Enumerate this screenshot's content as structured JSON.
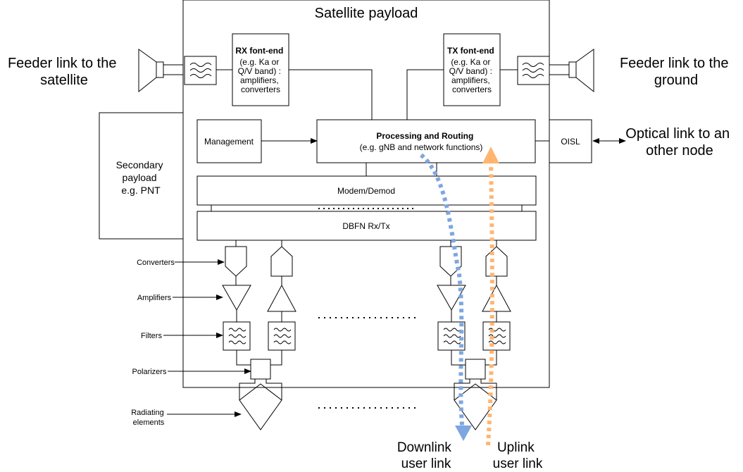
{
  "title": "Satellite payload",
  "feeder_left": [
    "Feeder link to the",
    "satellite"
  ],
  "feeder_right": [
    "Feeder link to the",
    "ground"
  ],
  "optical": [
    "Optical link to an",
    "other node"
  ],
  "rx": {
    "title": "RX font-end",
    "lines": [
      "(e.g. Ka or",
      "Q/V band) :",
      "amplifiers,",
      "converters"
    ]
  },
  "tx": {
    "title": "TX font-end",
    "lines": [
      "(e.g. Ka or",
      "Q/V band) :",
      "amplifiers,",
      "converters"
    ]
  },
  "management": "Management",
  "processing": {
    "title": "Processing and Routing",
    "subtitle": "(e.g. gNB and network functions)"
  },
  "oisl": "OISL",
  "secondary": [
    "Secondary",
    "payload",
    "e.g. PNT"
  ],
  "modem": "Modem/Demod",
  "dbfn": "DBFN Rx/Tx",
  "side_labels": {
    "converters": "Converters",
    "amplifiers": "Amplifiers",
    "filters": "Filters",
    "polarizers": "Polarizers",
    "radiating": [
      "Radiating",
      "elements"
    ]
  },
  "downlink": [
    "Downlink",
    "user link"
  ],
  "uplink": [
    "Uplink",
    "user link"
  ],
  "colors": {
    "downlink": "#7EA6E0",
    "uplink": "#FFB570",
    "line": "#000000"
  }
}
